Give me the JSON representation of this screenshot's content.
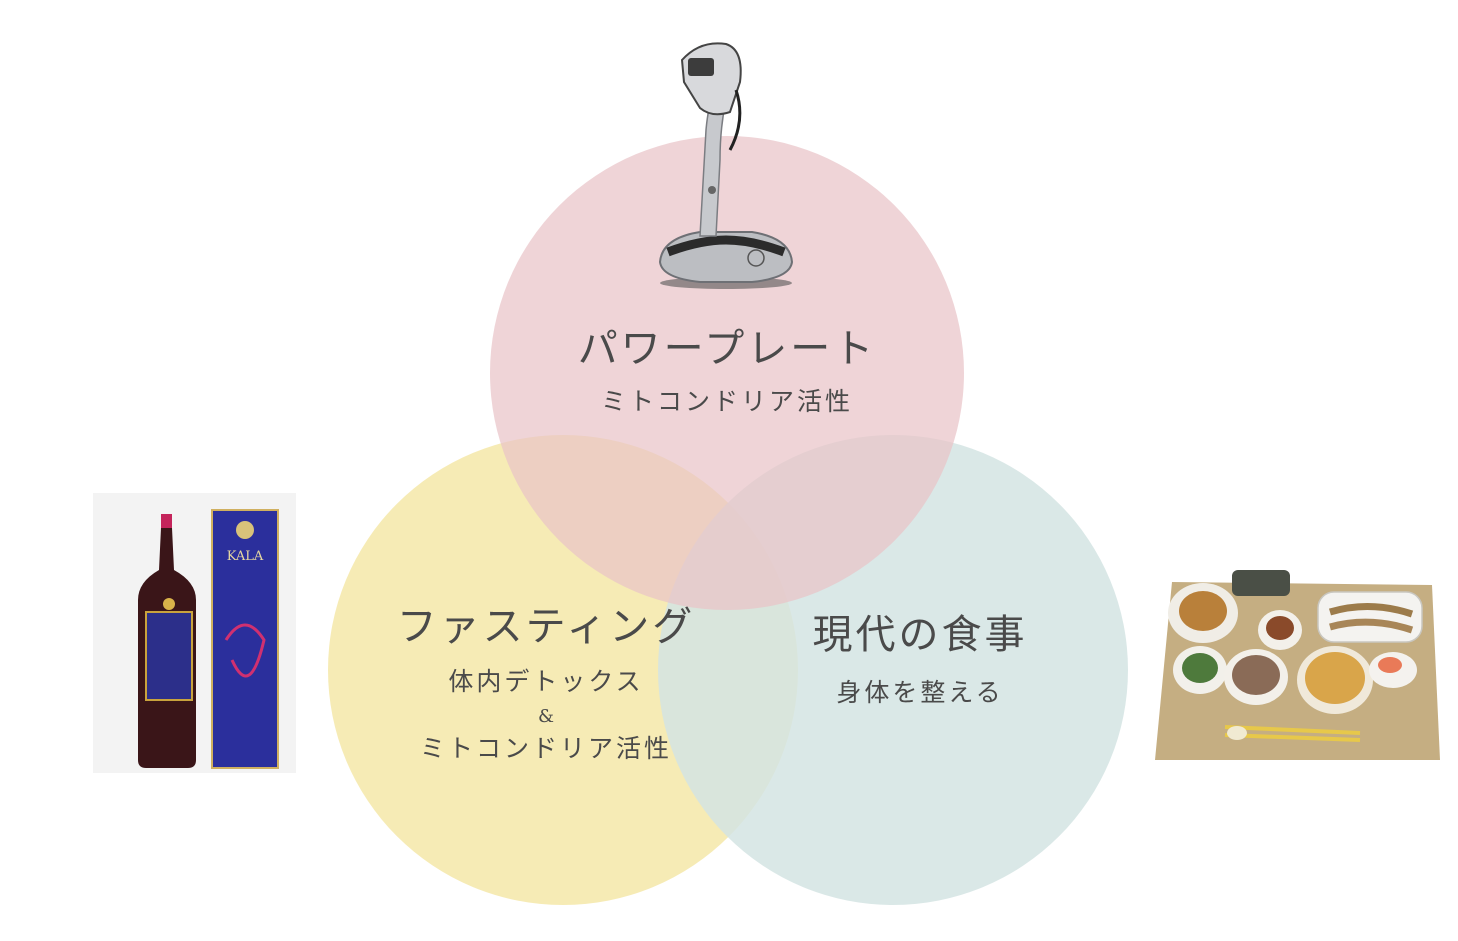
{
  "venn": {
    "top": {
      "title": "パワープレート",
      "subtitle": "ミトコンドリア活性",
      "color": "#e9c3c7"
    },
    "left": {
      "title": "ファスティング",
      "line1": "体内デトックス",
      "amp": "&",
      "line2": "ミトコンドリア活性",
      "color": "#f5e8a8"
    },
    "right": {
      "title": "現代の食事",
      "subtitle": "身体を整える",
      "color": "#d3e4e3"
    }
  },
  "images": {
    "top_product": "power-plate-machine",
    "left_product": "kala-bottle-and-box",
    "right_product": "japanese-meal-tray"
  }
}
